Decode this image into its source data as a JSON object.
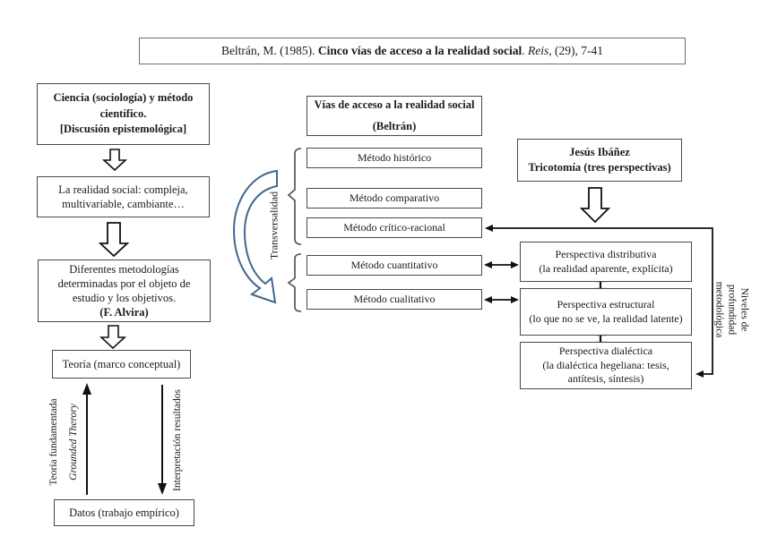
{
  "title": {
    "pre": "Beltrán, M. (1985). ",
    "bold": "Cinco vías de acceso a la realidad social",
    "mid": ". ",
    "journal": "Reis",
    "post": ", (29), 7-41"
  },
  "left": {
    "ciencia": "Ciencia (sociología) y método\ncientífico.\n[Discusión epistemológica]",
    "realidad": "La realidad social: compleja,\nmultivariable, cambiante…",
    "metodologias": "Diferentes metodologías\ndeterminadas por el objeto de\nestudio y los objetivos.",
    "metodologias_author": "(F. Alvira)",
    "teoria": "Teoría (marco conceptual)",
    "datos": "Datos (trabajo empírico)",
    "label_teoria_fundamentada": "Teoría fundamentada",
    "label_grounded_theory": "Grounded Therory",
    "label_interpretacion": "Interpretación resultados"
  },
  "middle": {
    "header": "Vías de acceso a la realidad social\n(Beltrán)",
    "methods": [
      "Método histórico",
      "Método comparativo",
      "Método crítico-racional",
      "Método cuantitativo",
      "Método cualitativo"
    ],
    "transversalidad": "Transversalidad"
  },
  "right": {
    "header": "Jesús Ibáñez\nTricotomía (tres perspectivas)",
    "perspectives": [
      "Perspectiva distributiva\n(la realidad aparente, explícita)",
      "Perspectiva estructural\n(lo que no se ve, la realidad latente)",
      "Perspectiva dialéctica\n(la dialéctica hegeliana: tesis,\nantítesis, síntesis)"
    ],
    "niveles": "Niveles de profundidad\nmetodológica"
  },
  "colors": {
    "accent_blue": "#41678f",
    "line": "#1a1a1a",
    "border": "#4a4a4a"
  }
}
